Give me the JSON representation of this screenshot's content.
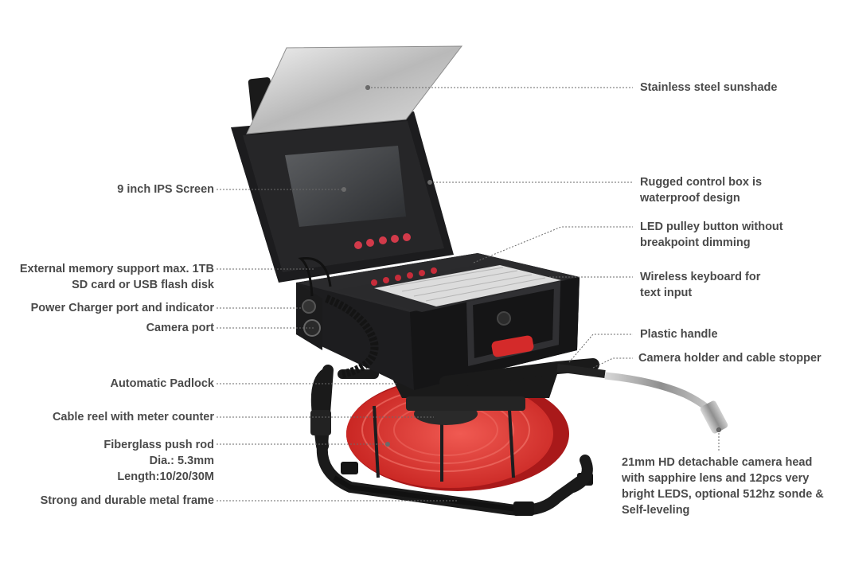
{
  "callouts": {
    "sunshade": "Stainless steel sunshade",
    "control_box": [
      "Rugged control box is",
      "waterproof design"
    ],
    "led_button": [
      "LED pulley button without",
      "breakpoint dimming"
    ],
    "keyboard": [
      "Wireless keyboard for",
      "text input"
    ],
    "handle": "Plastic handle",
    "camera_holder": "Camera holder and cable stopper",
    "camera_head": [
      "21mm HD detachable camera head",
      "with sapphire lens and 12pcs very",
      "bright LEDS, optional 512hz sonde &",
      "Self-leveling"
    ],
    "screen": "9 inch IPS Screen",
    "memory": [
      "External memory support max. 1TB",
      "SD card or USB flash disk"
    ],
    "charger": "Power Charger port and indicator",
    "camera_port": "Camera port",
    "padlock": "Automatic Padlock",
    "reel": "Cable reel with meter counter",
    "push_rod": [
      "Fiberglass push rod",
      "Dia.: 5.3mm",
      "Length:10/20/30M"
    ],
    "frame": "Strong and durable metal frame"
  },
  "colors": {
    "label_text": "#4a4a4a",
    "leader_line": "#6a6a6a",
    "case_body": "#1d1d1f",
    "cable_red": "#e23a3a",
    "steel": "#bdbdbd"
  }
}
